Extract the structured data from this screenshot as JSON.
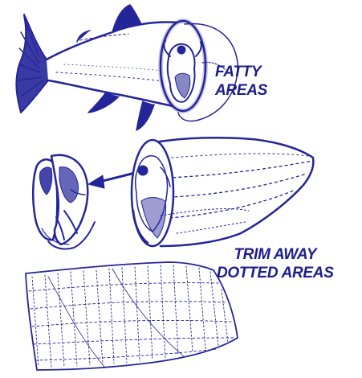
{
  "colors": {
    "ink": "#25259a",
    "text": "#1c1c8c",
    "background": "#ffffff"
  },
  "labels": {
    "fatty_areas": [
      "FATTY",
      "AREAS"
    ],
    "trim_away": [
      "TRIM AWAY",
      "DOTTED AREAS"
    ]
  },
  "icons": [
    "fish-body",
    "fish-tail",
    "fish-steaks",
    "fillet-section",
    "trimmed-fillet",
    "arrow-left"
  ]
}
